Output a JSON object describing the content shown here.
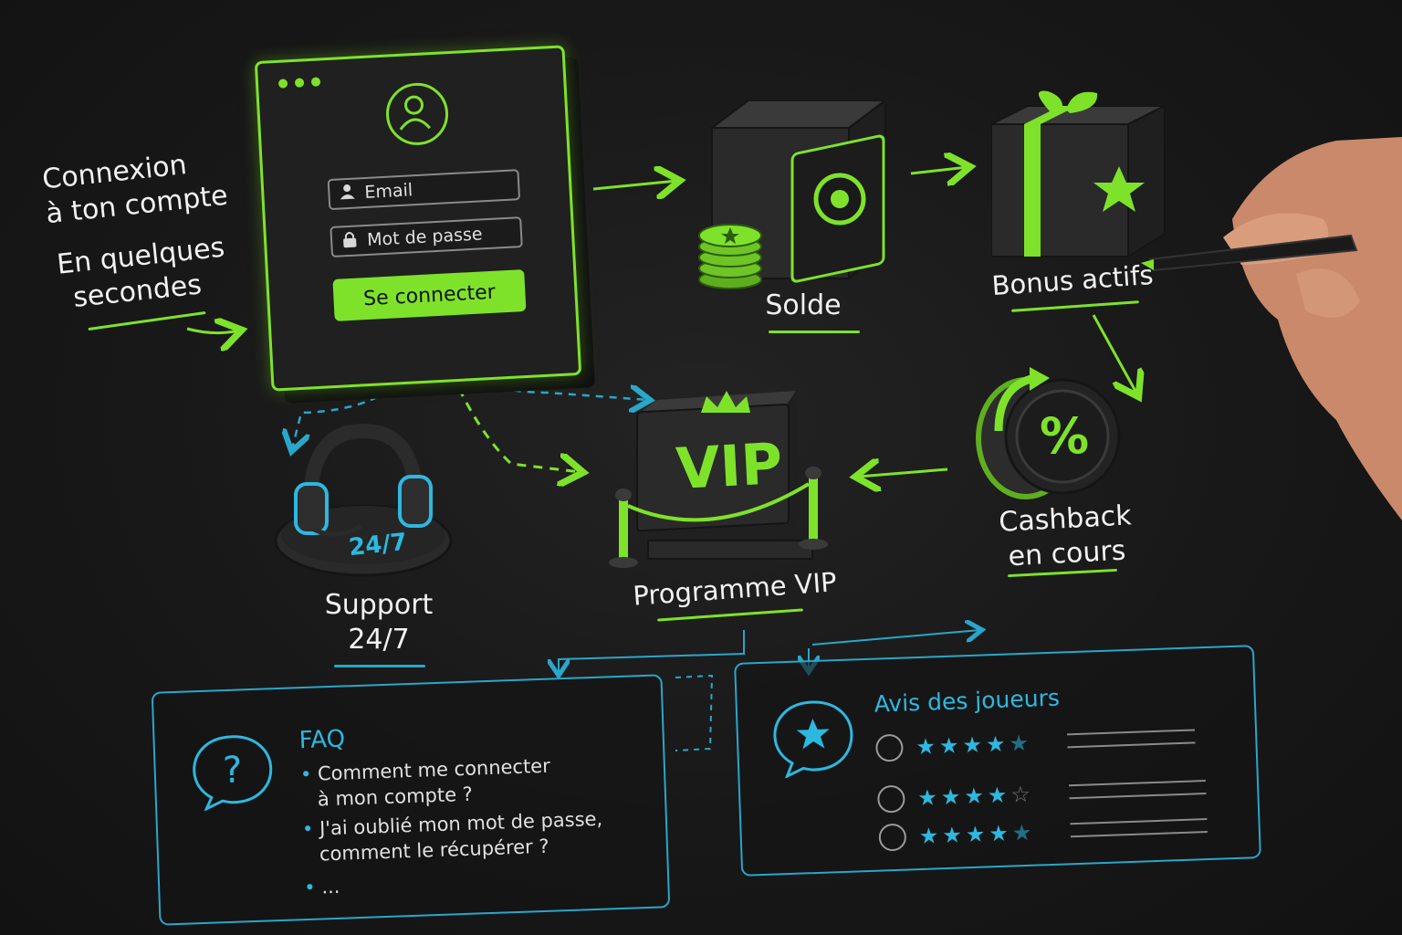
{
  "intro": {
    "line1": "Connexion",
    "line2": "à ton compte",
    "line3": "En quelques",
    "line4": "secondes"
  },
  "login": {
    "email_placeholder": "Email",
    "password_placeholder": "Mot de passe",
    "connect_label": "Se connecter"
  },
  "steps": {
    "balance": "Solde",
    "bonus": "Bonus actifs",
    "cashback_line1": "Cashback",
    "cashback_line2": "en cours",
    "vip": "Programme VIP",
    "vip_sign": "VIP",
    "support_line1": "Support",
    "support_line2": "24/7",
    "support_badge": "24/7",
    "percent": "%"
  },
  "faq": {
    "title": "FAQ",
    "items": [
      {
        "line1": "Comment me connecter",
        "line2": "à mon compte ?"
      },
      {
        "line1": "J'ai oublié mon mot de passe,",
        "line2": "comment le récupérer ?"
      },
      {
        "line1": "...",
        "line2": ""
      }
    ]
  },
  "reviews": {
    "title": "Avis des joueurs",
    "rows": [
      {
        "rating": 4.5
      },
      {
        "rating": 4
      },
      {
        "rating": 4.5
      }
    ]
  },
  "colors": {
    "accent_green": "#7ee22a",
    "accent_blue": "#2aa6c9",
    "background": "#181818"
  }
}
